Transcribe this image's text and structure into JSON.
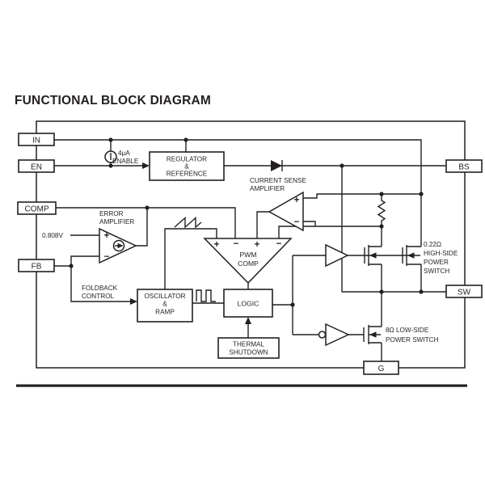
{
  "title": "FUNCTIONAL BLOCK DIAGRAM",
  "colors": {
    "line": "#231f20",
    "background": "#ffffff"
  },
  "pins": {
    "in": "IN",
    "en": "EN",
    "comp": "COMP",
    "fb": "FB",
    "bs": "BS",
    "sw": "SW",
    "g": "G"
  },
  "labels": {
    "current_source": "4µA",
    "enable": "ENABLE",
    "regulator": [
      "REGULATOR",
      "&",
      "REFERENCE"
    ],
    "current_sense_amp": [
      "CURRENT SENSE",
      "AMPLIFIER"
    ],
    "error_amp": [
      "ERROR",
      "AMPLIFIER"
    ],
    "vref": "0.808V",
    "foldback": [
      "FOLDBACK",
      "CONTROL"
    ],
    "oscillator": [
      "OSCILLATOR",
      "&",
      "RAMP"
    ],
    "pwm_comp": [
      "PWM",
      "COMP"
    ],
    "logic": "LOGIC",
    "thermal": [
      "THERMAL",
      "SHUTDOWN"
    ],
    "high_side_switch": [
      "0.22Ω",
      "HIGH-SIDE",
      "POWER",
      "SWITCH"
    ],
    "low_side_switch": [
      "8Ω LOW-SIDE",
      "POWER SWITCH"
    ],
    "signs": {
      "plus": "+",
      "minus": "−"
    }
  }
}
